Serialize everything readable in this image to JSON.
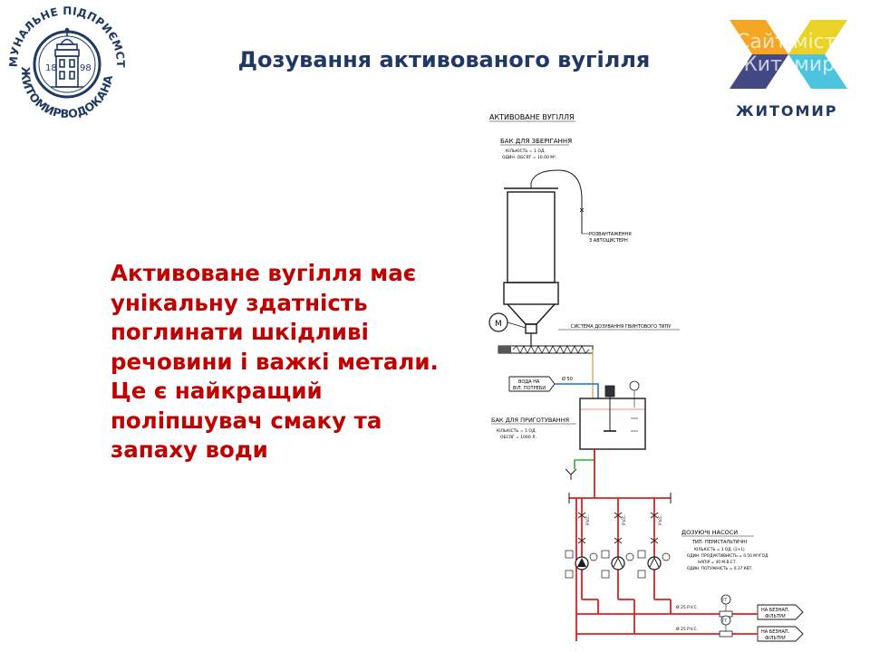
{
  "slide": {
    "title": "Дозування активованого вугілля",
    "body_lines": [
      "Активоване вугілля має",
      "унікальну здатність",
      "поглинати шкідливі",
      "речовини і важкі метали.",
      "Це є найкращий",
      "поліпшувач смаку та",
      "запаху води"
    ]
  },
  "logos": {
    "utility_seal": {
      "top_arc": "КОМУНАЛЬНЕ ПІДПРИЄМСТВО",
      "bottom_arc": "ЖИТОМИРВОДОКАНАЛ",
      "year_left": "18",
      "year_right": "98",
      "color": "#1f3864"
    },
    "city": {
      "name": "ЖИТОМИР",
      "watermark_line1": "Сайт міст",
      "watermark_line2": "Житомир",
      "colors": [
        "#f5a623",
        "#4ec3e0",
        "#2f3e8f",
        "#f7d417"
      ]
    }
  },
  "diagram": {
    "header": "АКТИВОВАНЕ ВУГІЛЛЯ",
    "storage_tank": {
      "label": "БАК ДЛЯ ЗБЕРІГАННЯ",
      "spec1": "КІЛЬКІСТЬ = 1 ОД.",
      "spec2": "ОДИН. ОБСЯГ = 10.00 М³."
    },
    "unloading": {
      "line1": "РОЗВАНТАЖЕННЯ",
      "line2": "З АВТОЦИСТЕРН"
    },
    "motor": "M",
    "screw_system": "СИСТЕМА ДОЗУВАННЯ ГВИНТОВОГО ТИПУ",
    "water_inlet": {
      "line1": "ВОДА НА",
      "line2": "ВІЛ. ПОТРЕБИ",
      "pipe": "Ø 50"
    },
    "prep_tank": {
      "label": "БАК ДЛЯ ПРИГОТУВАННЯ",
      "spec1": "КІЛЬКІСТЬ = 1 ОД.",
      "spec2": "ОБСЯГ = 1000 Л."
    },
    "valve_tag": "P.V.C.",
    "pumps": {
      "title": "ДОЗУЮЧІ НАСОСИ",
      "type": "ТИП: ПЕРИСТАЛЬТИЧНІ",
      "spec1": "КІЛЬКІСТЬ = 3 ОД. (2+1)",
      "spec2": "ОДИН. ПРОДУКТИВНІСТЬ = 0.50 М³/ГОД",
      "spec3": "НАПІР = 40 М.В.СТ.",
      "spec4": "ОДИН. ПОТУЖНІСТЬ = 0.37 КВТ."
    },
    "outlet_pipe": "Ø 25 P.V.C.",
    "to_filters": {
      "line1": "НА БЕЗНАП.",
      "line2": "ФІЛЬТРИ"
    },
    "flow_meter": "FT",
    "colors": {
      "ink": "#1a1a1a",
      "process_line": "#e02020",
      "water_line": "#1e6fd9",
      "drain_line": "#2bb52b",
      "conveyor": "#555555"
    }
  }
}
